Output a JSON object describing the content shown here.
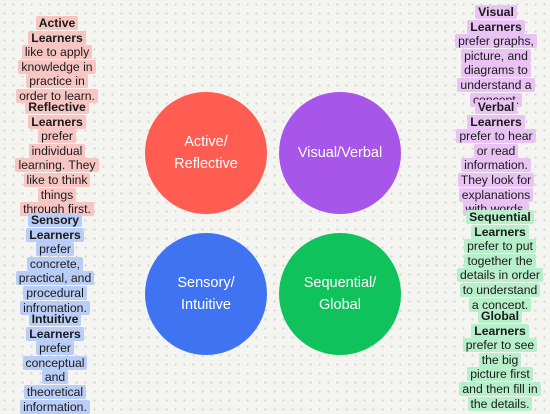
{
  "diagram": {
    "colors": {
      "active_reflective": "#ff5c52",
      "visual_verbal": "#a855ea",
      "sensory_intuitive": "#3f73f2",
      "sequential_global": "#10c25c",
      "connector": "#1a1a1a"
    },
    "circles": {
      "active_reflective": "Active/\nReflective",
      "visual_verbal": "Visual/Verbal",
      "sensory_intuitive": "Sensory/\nIntuitive",
      "sequential_global": "Sequential/\nGlobal"
    },
    "notes": {
      "active": {
        "title": [
          "Active",
          "Learners"
        ],
        "body": [
          "like to apply",
          "knowledge in",
          "practice in",
          "order to learn."
        ]
      },
      "reflective": {
        "title": [
          "Reflective",
          "Learners"
        ],
        "body": [
          "prefer",
          "individual",
          "learning. They",
          "like to think",
          "things",
          "through first."
        ]
      },
      "visual": {
        "title": [
          "Visual",
          "Learners"
        ],
        "body": [
          "prefer graphs,",
          "picture, and",
          "diagrams to",
          "understand a",
          "concept."
        ]
      },
      "verbal": {
        "title": [
          "Verbal",
          "Learners"
        ],
        "body": [
          "prefer to hear",
          "or read",
          "information.",
          "They look for",
          "explanations",
          "with words."
        ]
      },
      "sensory": {
        "title": [
          "Sensory",
          "Learners"
        ],
        "body": [
          "prefer",
          "concrete,",
          "practical, and",
          "procedural",
          "infromation."
        ]
      },
      "intuitive": {
        "title": [
          "Intuitive",
          "Learners"
        ],
        "body": [
          "prefer",
          "conceptual",
          "and",
          "theoretical",
          "information."
        ]
      },
      "sequential": {
        "title": [
          "Sequential",
          "Learners"
        ],
        "body": [
          "prefer to put",
          "together the",
          "details in order",
          "to understand",
          "a concept."
        ]
      },
      "global": {
        "title": [
          "Global",
          "Learners"
        ],
        "body": [
          "prefer to see",
          "the big",
          "picture first",
          "and then fill in",
          "the details."
        ]
      }
    }
  }
}
